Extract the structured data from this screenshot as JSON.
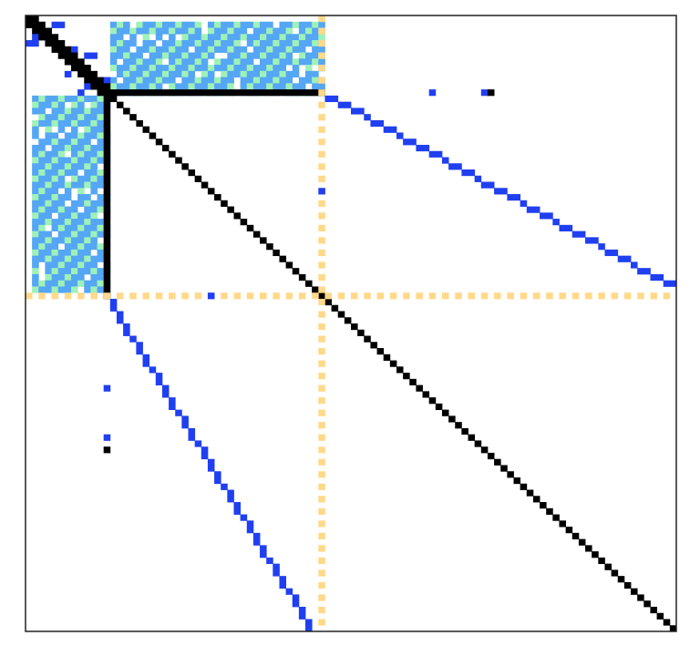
{
  "chart_data": {
    "type": "heatmap",
    "title": "",
    "xlabel": "",
    "ylabel": "",
    "grid": false,
    "axis_ticks": false,
    "matrix_size": [
      100,
      100
    ],
    "color_scale": [
      {
        "level": "yellow",
        "color": "#ffd98a"
      },
      {
        "level": "light-green",
        "color": "#9ef2b8"
      },
      {
        "level": "light-blue",
        "color": "#55a6f5"
      },
      {
        "level": "blue",
        "color": "#1f3ff0"
      },
      {
        "level": "black",
        "color": "#000000"
      }
    ],
    "blocks": [
      {
        "name": "top-band",
        "rows": [
          1,
          12
        ],
        "cols": [
          13,
          45
        ],
        "colors": [
          "light-blue",
          "light-green"
        ]
      },
      {
        "name": "left-band",
        "rows": [
          13,
          44
        ],
        "cols": [
          1,
          12
        ],
        "colors": [
          "light-blue",
          "light-green"
        ]
      },
      {
        "name": "upper-left-diagonal-cluster",
        "rows": [
          0,
          12
        ],
        "cols": [
          0,
          12
        ],
        "colors": [
          "black",
          "blue"
        ]
      }
    ],
    "lines": [
      {
        "name": "main-diagonal",
        "from": [
          13,
          13
        ],
        "to": [
          100,
          100
        ],
        "color": "black"
      },
      {
        "name": "upper-offdiagonal",
        "from": [
          12,
          45
        ],
        "to": [
          44,
          100
        ],
        "color": "blue"
      },
      {
        "name": "lower-offdiagonal",
        "from": [
          45,
          12
        ],
        "to": [
          100,
          44
        ],
        "color": "blue"
      },
      {
        "name": "row-12-segment",
        "from": [
          12,
          12
        ],
        "to": [
          12,
          45
        ],
        "color": "black"
      },
      {
        "name": "col-12-segment",
        "from": [
          12,
          12
        ],
        "to": [
          45,
          12
        ],
        "color": "black"
      },
      {
        "name": "row-45-dotted",
        "from": [
          45,
          0
        ],
        "to": [
          45,
          100
        ],
        "color": "yellow"
      },
      {
        "name": "col-45-dotted",
        "from": [
          0,
          45
        ],
        "to": [
          100,
          45
        ],
        "color": "yellow"
      }
    ],
    "isolated_points": [
      {
        "row": 12,
        "col": 62,
        "color": "blue"
      },
      {
        "row": 12,
        "col": 70,
        "color": "blue"
      },
      {
        "row": 12,
        "col": 71,
        "color": "black"
      },
      {
        "row": 45,
        "col": 28,
        "color": "blue"
      },
      {
        "row": 28,
        "col": 45,
        "color": "blue"
      },
      {
        "row": 60,
        "col": 12,
        "color": "blue"
      },
      {
        "row": 68,
        "col": 12,
        "color": "blue"
      },
      {
        "row": 70,
        "col": 12,
        "color": "black"
      }
    ]
  }
}
